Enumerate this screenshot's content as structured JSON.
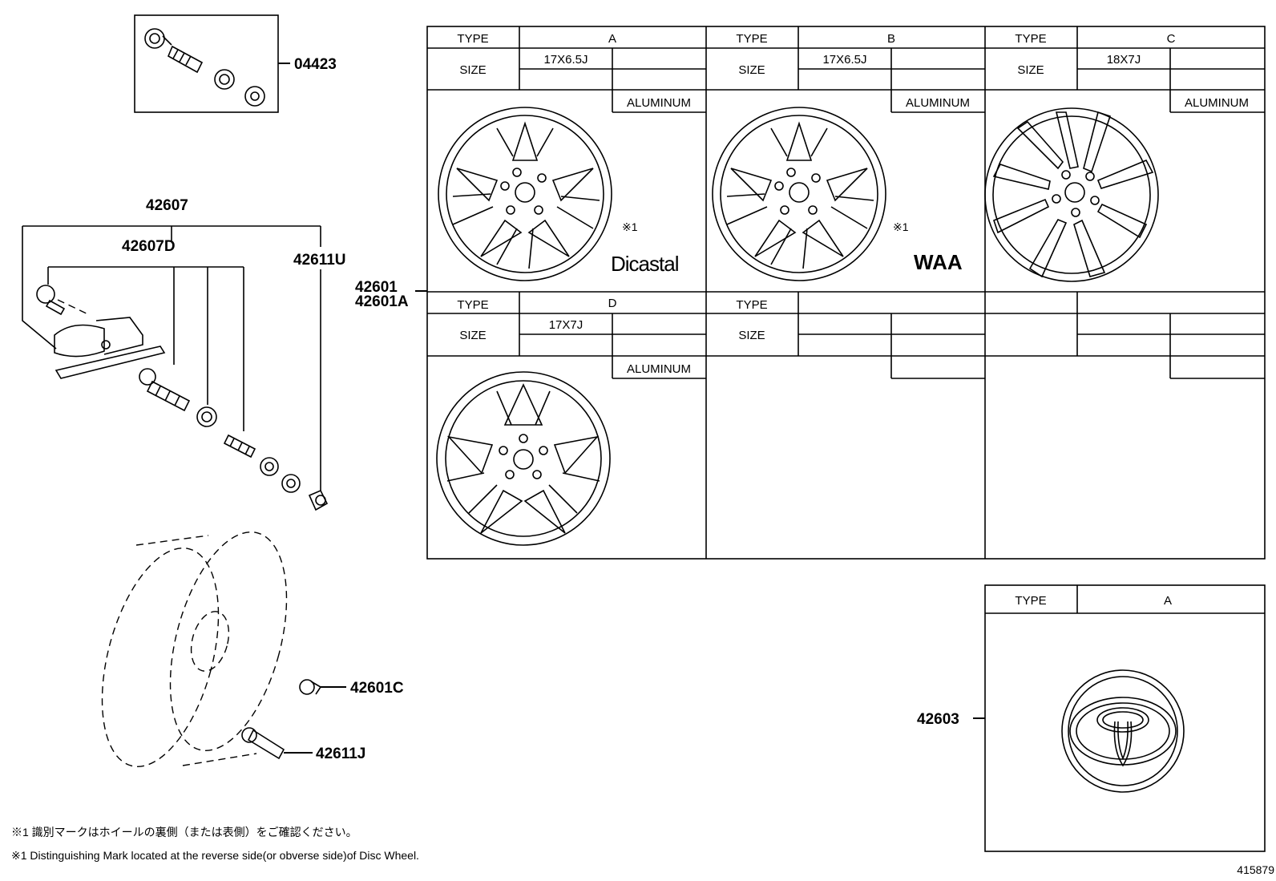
{
  "part_labels": {
    "p04423": "04423",
    "p42607": "42607",
    "p42607D": "42607D",
    "p42611U": "42611U",
    "p42601": "42601",
    "p42601A": "42601A",
    "p42601C": "42601C",
    "p42611J": "42611J",
    "p42603": "42603"
  },
  "wheel_table": {
    "type_header": "TYPE",
    "size_header": "SIZE",
    "wheels": [
      {
        "type": "A",
        "size": "17X6.5J",
        "material": "ALUMINUM",
        "note_mark": "※1",
        "brand": "Dicastal"
      },
      {
        "type": "B",
        "size": "17X6.5J",
        "material": "ALUMINUM",
        "note_mark": "※1",
        "brand": "WAA"
      },
      {
        "type": "C",
        "size": "18X7J",
        "material": "ALUMINUM"
      },
      {
        "type": "D",
        "size": "17X7J",
        "material": "ALUMINUM"
      }
    ]
  },
  "cap_table": {
    "type_header": "TYPE",
    "type_value": "A"
  },
  "footnotes": {
    "japanese": "※1  識別マークはホイールの裏側（または表側）をご確認ください。",
    "english": "※1  Distinguishing Mark located at the reverse side(or obverse side)of Disc Wheel."
  },
  "figure_number": "415879"
}
